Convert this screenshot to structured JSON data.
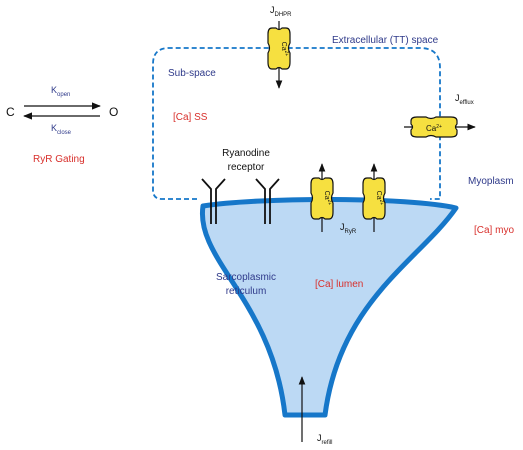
{
  "gating": {
    "state_closed": "C",
    "state_open": "O",
    "k_open": {
      "base": "K",
      "sub": "open"
    },
    "k_close": {
      "base": "K",
      "sub": "close"
    },
    "title": "RyR Gating"
  },
  "regions": {
    "extracellular": "Extracellular (TT) space",
    "subspace": "Sub-space",
    "myoplasm": "Myoplasm",
    "sr_line1": "Sarcoplasmic",
    "sr_line2": "reticulum"
  },
  "concentrations": {
    "ss": "[Ca] SS",
    "myo": "[Ca] myo",
    "lumen": "[Ca] lumen"
  },
  "ryr": {
    "line1": "Ryanodine",
    "line2": "receptor"
  },
  "fluxes": {
    "dhpr": {
      "base": "J",
      "sub": "DHPR"
    },
    "efflux": {
      "base": "J",
      "sub": "efflux"
    },
    "ryr": {
      "base": "J",
      "sub": "RyR"
    },
    "refill": {
      "base": "J",
      "sub": "refill"
    }
  },
  "channel_label": {
    "base": "Ca",
    "sup": "2+"
  },
  "colors": {
    "membrane_blue": "#1677c9",
    "sr_fill": "#bcd9f4",
    "channel_fill": "#f6e040",
    "text_blue": "#2f3a8a",
    "text_red": "#d8302c"
  }
}
